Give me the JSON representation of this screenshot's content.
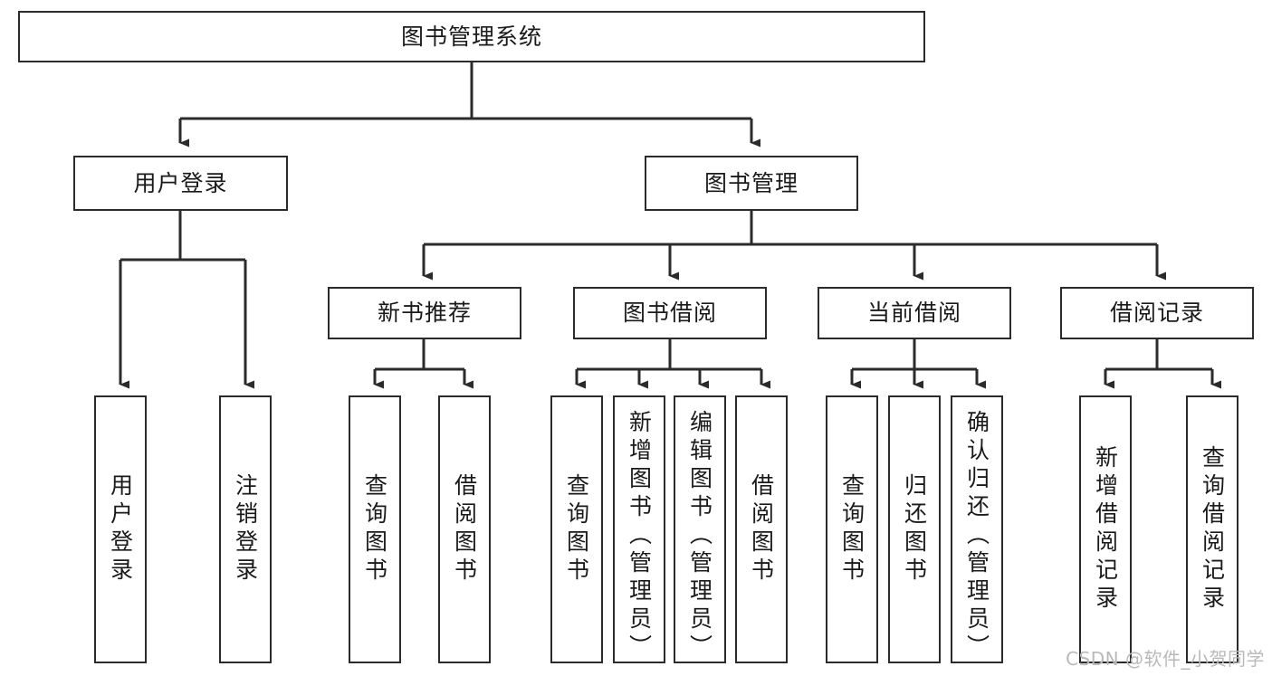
{
  "diagram": {
    "type": "tree",
    "title": "图书管理系统",
    "watermark": "CSDN @软件_小贺同学",
    "colors": {
      "border": "#2b2b2b",
      "text": "#1a1a1a",
      "background": "#ffffff",
      "edge": "#2b2b2b",
      "watermark": "#b9b9b9"
    },
    "levels": {
      "root": {
        "label": "图书管理系统"
      },
      "level2": [
        {
          "id": "login",
          "label": "用户登录"
        },
        {
          "id": "book-mgmt",
          "label": "图书管理"
        }
      ],
      "level3": [
        {
          "id": "new-book-rec",
          "label": "新书推荐",
          "parent": "book-mgmt"
        },
        {
          "id": "book-borrow",
          "label": "图书借阅",
          "parent": "book-mgmt"
        },
        {
          "id": "current-borrow",
          "label": "当前借阅",
          "parent": "book-mgmt"
        },
        {
          "id": "borrow-record",
          "label": "借阅记录",
          "parent": "book-mgmt"
        }
      ],
      "leaves": [
        {
          "id": "leaf-user-login",
          "label": "用户登录",
          "parent": "login"
        },
        {
          "id": "leaf-logout",
          "label": "注销登录",
          "parent": "login"
        },
        {
          "id": "leaf-query-book-1",
          "label": "查询图书",
          "parent": "new-book-rec"
        },
        {
          "id": "leaf-borrow-book-1",
          "label": "借阅图书",
          "parent": "new-book-rec"
        },
        {
          "id": "leaf-query-book-2",
          "label": "查询图书",
          "parent": "book-borrow"
        },
        {
          "id": "leaf-add-book",
          "label": "新增图书（管理员）",
          "parent": "book-borrow"
        },
        {
          "id": "leaf-edit-book",
          "label": "编辑图书（管理员）",
          "parent": "book-borrow"
        },
        {
          "id": "leaf-borrow-book-2",
          "label": "借阅图书",
          "parent": "book-borrow"
        },
        {
          "id": "leaf-query-book-3",
          "label": "查询图书",
          "parent": "current-borrow"
        },
        {
          "id": "leaf-return-book",
          "label": "归还图书",
          "parent": "current-borrow"
        },
        {
          "id": "leaf-confirm-return",
          "label": "确认归还（管理员）",
          "parent": "current-borrow"
        },
        {
          "id": "leaf-add-record",
          "label": "新增借阅记录",
          "parent": "borrow-record"
        },
        {
          "id": "leaf-query-record",
          "label": "查询借阅记录",
          "parent": "borrow-record"
        }
      ]
    }
  }
}
